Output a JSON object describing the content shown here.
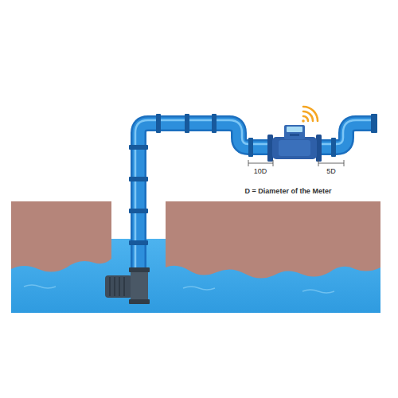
{
  "diagram": {
    "labels": [
      "10D",
      "5D",
      "D = Diameter of the Meter"
    ]
  }
}
